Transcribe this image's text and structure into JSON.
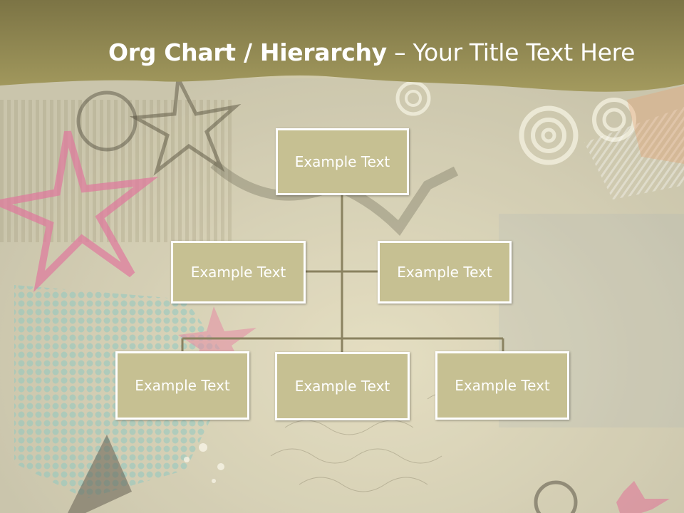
{
  "header": {
    "title_bold": "Org Chart / Hierarchy",
    "title_dash": " – ",
    "title_rest": "Your Title Text Here"
  },
  "org_chart": {
    "root": "Example Text",
    "assistants": [
      "Example Text",
      "Example Text"
    ],
    "children": [
      "Example Text",
      "Example Text",
      "Example Text"
    ]
  },
  "colors": {
    "header_band": "#8f8650",
    "node_fill": "#c6c092",
    "node_border": "#ffffff",
    "connector": "#8a8260",
    "text": "#ffffff"
  }
}
